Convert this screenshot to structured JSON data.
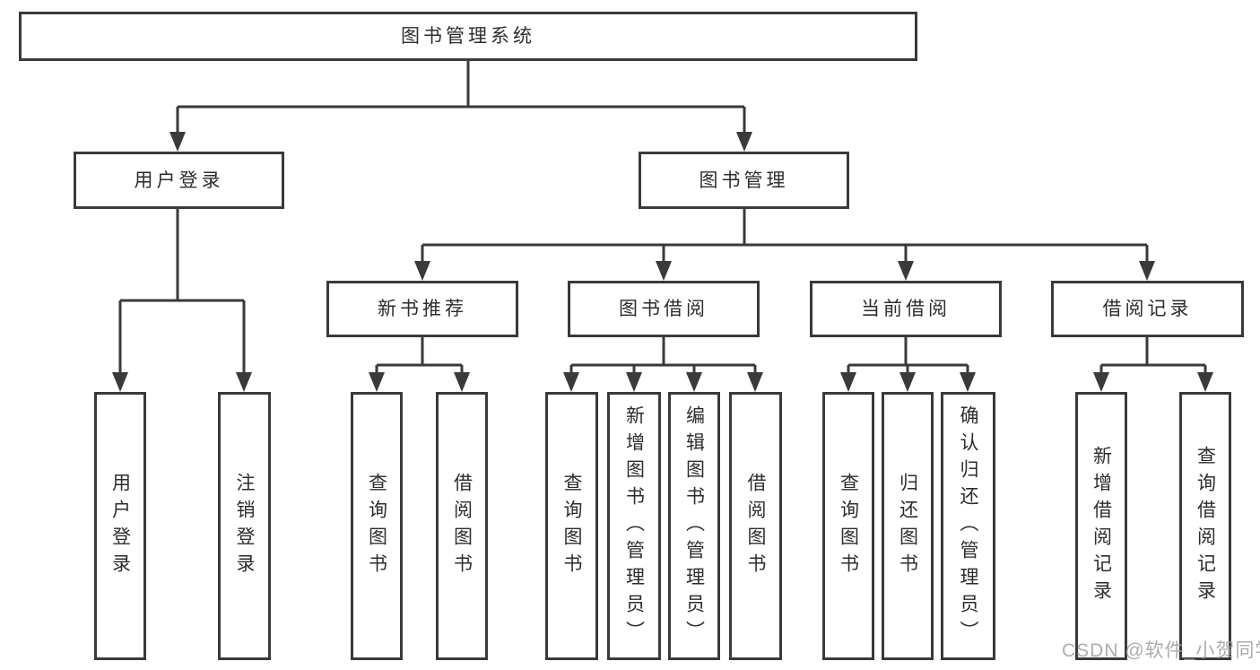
{
  "diagram": {
    "title": "图书管理系统",
    "branches": [
      {
        "label": "用户登录",
        "children": [
          {
            "label": "用户登录"
          },
          {
            "label": "注销登录"
          }
        ]
      },
      {
        "label": "图书管理",
        "children": [
          {
            "label": "新书推荐",
            "children": [
              {
                "label": "查询图书"
              },
              {
                "label": "借阅图书"
              }
            ]
          },
          {
            "label": "图书借阅",
            "children": [
              {
                "label": "查询图书"
              },
              {
                "label": "新增图书（管理员）"
              },
              {
                "label": "编辑图书（管理员）"
              },
              {
                "label": "借阅图书"
              }
            ]
          },
          {
            "label": "当前借阅",
            "children": [
              {
                "label": "查询图书"
              },
              {
                "label": "归还图书"
              },
              {
                "label": "确认归还（管理员）"
              }
            ]
          },
          {
            "label": "借阅记录",
            "children": [
              {
                "label": "新增借阅记录"
              },
              {
                "label": "查询借阅记录"
              }
            ]
          }
        ]
      }
    ]
  },
  "watermark": {
    "text": "CSDN @软件_小贺同学"
  },
  "colors": {
    "line": "#3a3a3a",
    "box_border": "#3a3a3a",
    "label_text": "#2d2d2d",
    "watermark_text": "#a4a4a4",
    "background": "#ffffff"
  }
}
